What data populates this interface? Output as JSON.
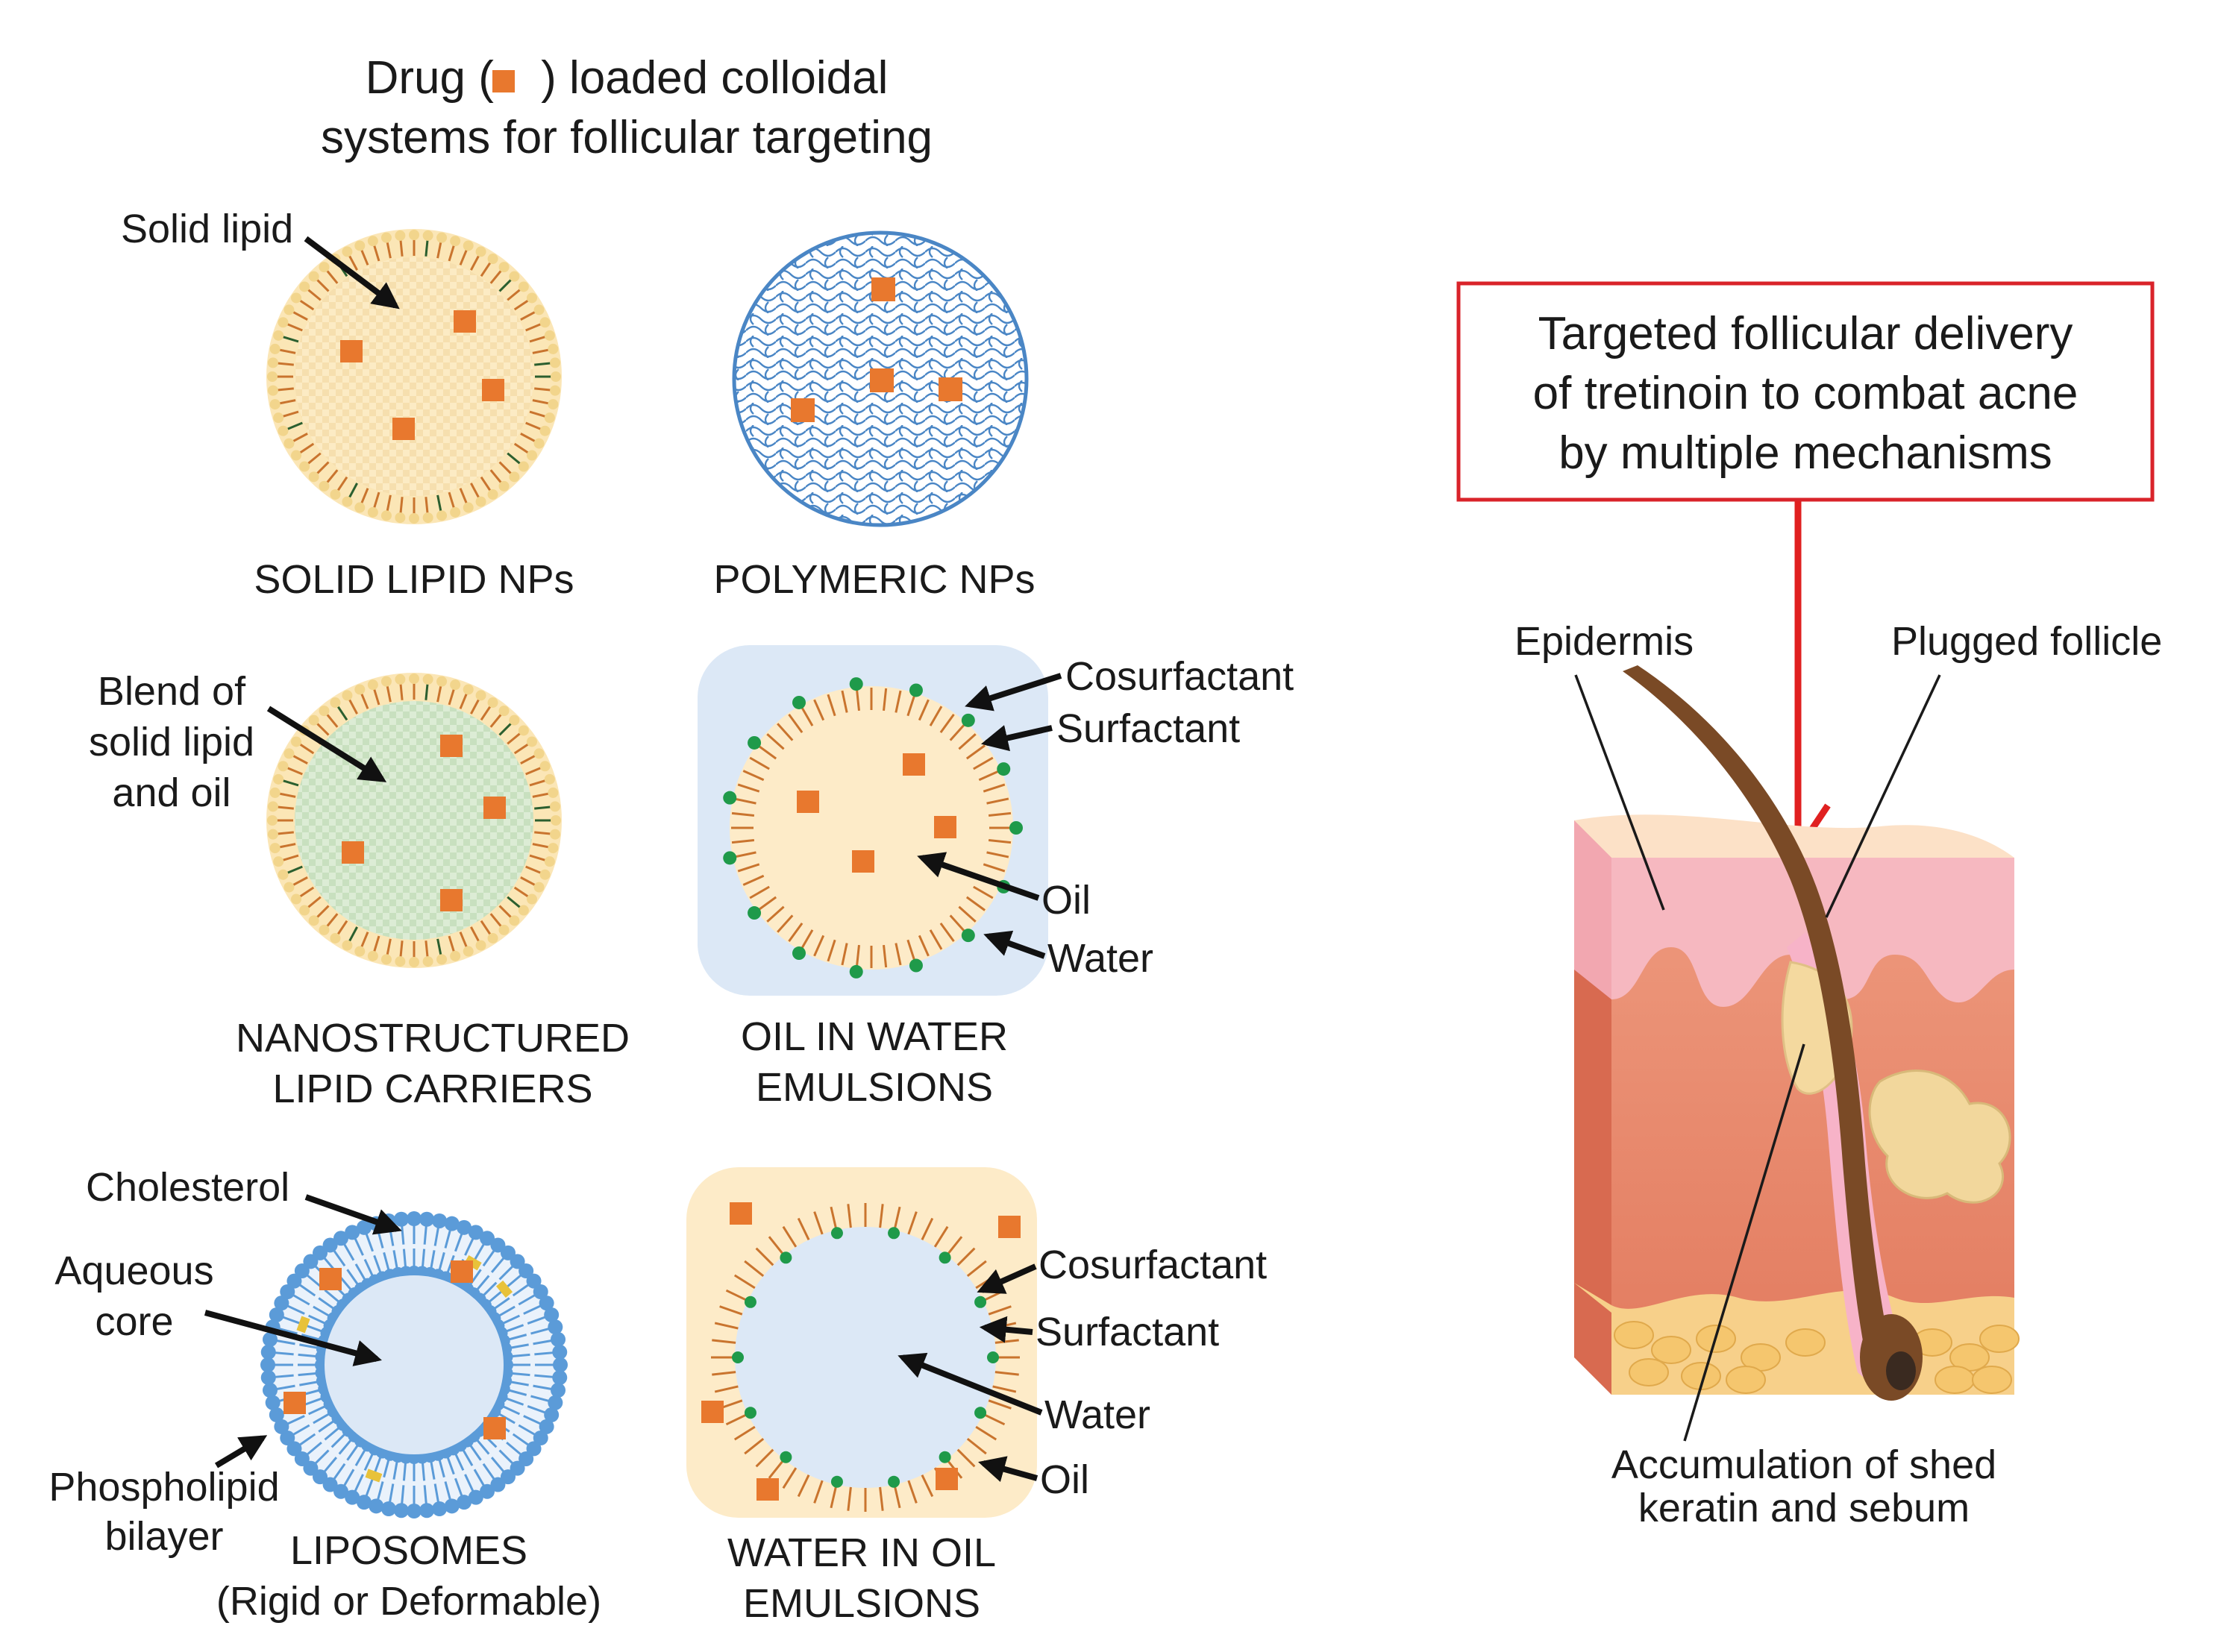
{
  "title": {
    "line1_before": "Drug (",
    "line1_after": ") loaded colloidal",
    "line2": "systems for follicular targeting",
    "drug_marker_color": "#e8782e"
  },
  "panels": {
    "solid_lipid": {
      "caption": "SOLID LIPID NPs",
      "label_solid_lipid": "Solid lipid"
    },
    "polymeric": {
      "caption": "POLYMERIC NPs"
    },
    "nlc": {
      "caption_line1": "NANOSTRUCTURED",
      "caption_line2": "LIPID CARRIERS",
      "label_line1": "Blend of",
      "label_line2": "solid lipid",
      "label_line3": "and oil"
    },
    "ow": {
      "caption_line1": "OIL IN WATER",
      "caption_line2": "EMULSIONS",
      "label_cosurfactant": "Cosurfactant",
      "label_surfactant": "Surfactant",
      "label_oil": "Oil",
      "label_water": "Water"
    },
    "liposomes": {
      "caption_line1": "LIPOSOMES",
      "caption_line2": "(Rigid or Deformable)",
      "label_cholesterol": "Cholesterol",
      "label_aqueous_1": "Aqueous",
      "label_aqueous_2": "core",
      "label_bilayer_1": "Phospholipid",
      "label_bilayer_2": "bilayer"
    },
    "wo": {
      "caption_line1": "WATER IN OIL",
      "caption_line2": "EMULSIONS",
      "label_cosurfactant": "Cosurfactant",
      "label_surfactant": "Surfactant",
      "label_water": "Water",
      "label_oil": "Oil"
    }
  },
  "delivery_box": {
    "line1": "Targeted follicular delivery",
    "line2": "of tretinoin to combat acne",
    "line3": "by multiple mechanisms",
    "border_color": "#d9232a"
  },
  "skin": {
    "label_epidermis": "Epidermis",
    "label_plugged": "Plugged follicle",
    "label_accum_1": "Accumulation of shed",
    "label_accum_2": "keratin and sebum"
  },
  "colors": {
    "drug": "#e8782e",
    "lipid_fill": "#fcebc4",
    "lipid_head": "#f2d58c",
    "nlc_fill": "#d7ead3",
    "polymer": "#4a86c5",
    "water_bg": "#dce8f6",
    "oil_bg": "#fdebc8",
    "liposome_blue": "#5b9bd8",
    "surfactant_head": "#1f9a4a",
    "tail": "#c9742e",
    "arrow_red": "#e02020",
    "dermis": "#e98c6e",
    "epidermis_pink": "#f6b8c0",
    "hair": "#7a4a26"
  }
}
